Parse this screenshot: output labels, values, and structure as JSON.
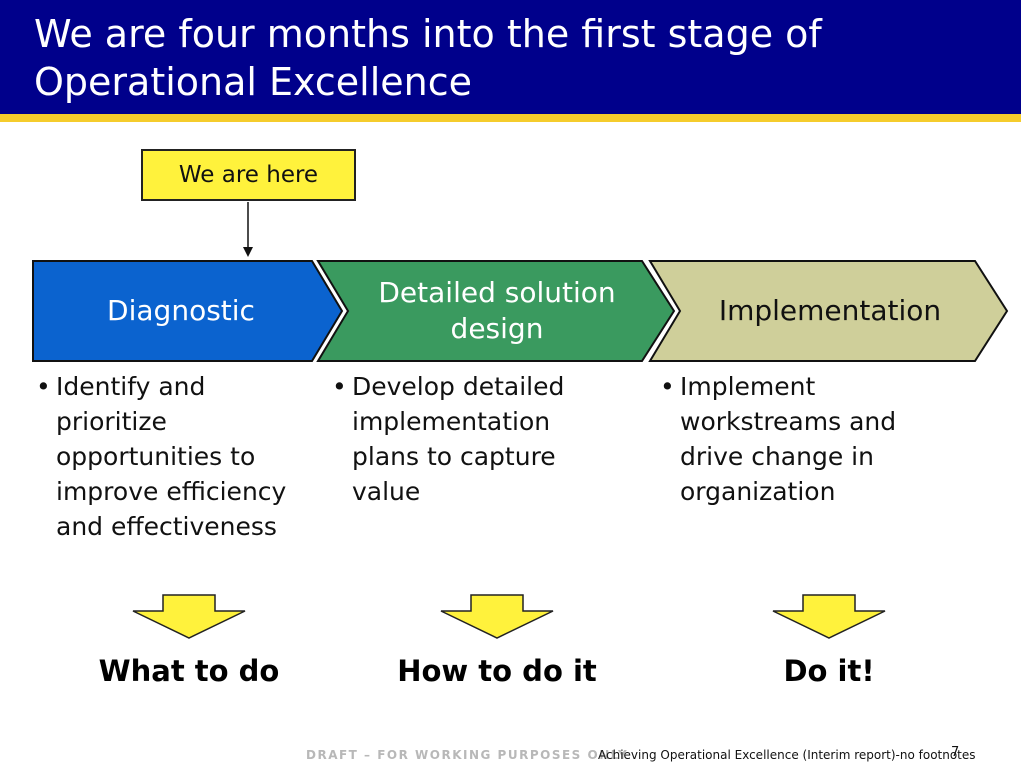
{
  "header": {
    "title": "We are four months into the first stage of Operational Excellence"
  },
  "marker": {
    "label": "We are here"
  },
  "stages": [
    {
      "label": "Diagnostic",
      "color": "#0b63cf",
      "text_color": "#ffffff",
      "bullet": "Identify and prioritize opportunities to improve efficiency and effectiveness",
      "outcome": "What to do"
    },
    {
      "label": "Detailed solution design",
      "color": "#3a9a5f",
      "text_color": "#ffffff",
      "bullet": "Develop detailed implementation plans to capture value",
      "outcome": "How to do it"
    },
    {
      "label": "Implementation",
      "color": "#cfcf9a",
      "text_color": "#111111",
      "bullet": "Implement workstreams and drive change in organization",
      "outcome": "Do it!"
    }
  ],
  "colors": {
    "header_bg": "#00008b",
    "header_stripe": "#f5cc2c",
    "marker_bg": "#fff23c",
    "down_arrow": "#fff23c"
  },
  "footer": {
    "draft": "DRAFT – FOR WORKING PURPOSES ONLY",
    "report": "Achieving Operational Excellence (Interim report)-no footnotes",
    "page": "7"
  }
}
